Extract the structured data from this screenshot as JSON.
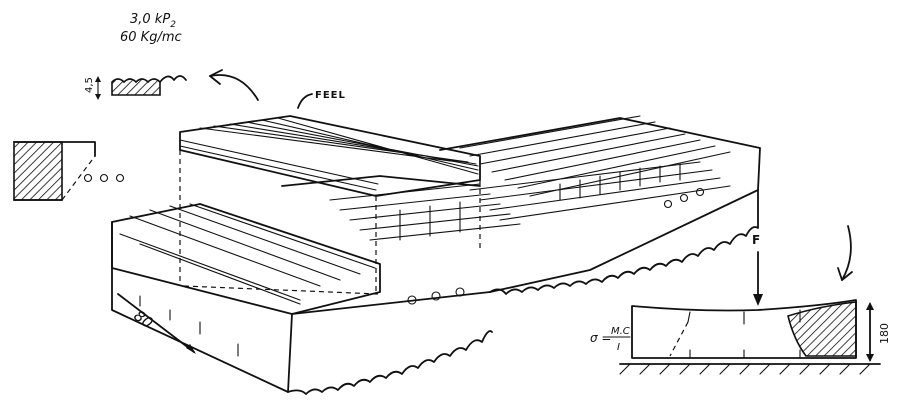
{
  "labels": {
    "density_pressure": "3,0 kP",
    "density_pressure_sub": "2",
    "density_mass": "60 Kg/mc",
    "profile_height": "4,5",
    "feel": "FEEL",
    "width": "80",
    "force": "F",
    "stress_sigma": "σ =",
    "stress_numerator": "M.C",
    "stress_denominator": "I",
    "section_height": "180"
  }
}
